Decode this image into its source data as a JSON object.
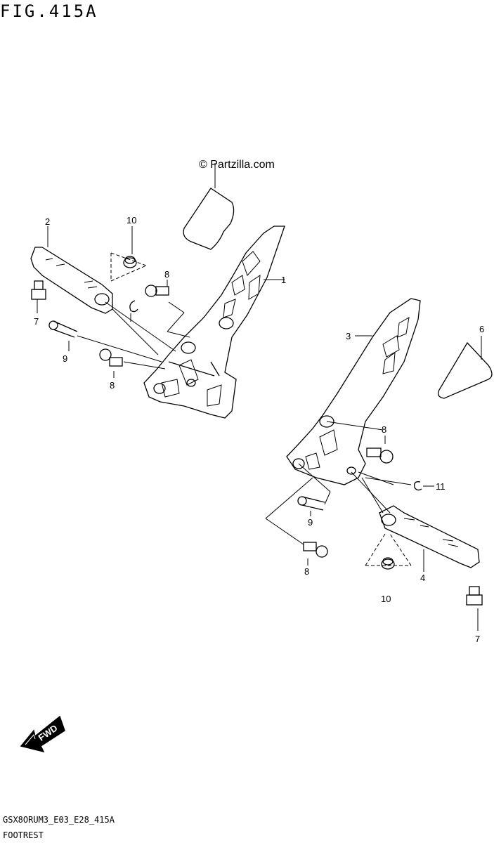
{
  "header": {
    "figure_label": "FIG.415A"
  },
  "watermark": {
    "text": "© Partzilla.com"
  },
  "callouts": {
    "c2": "2",
    "c10a": "10",
    "c8a": "8",
    "c7a": "7",
    "c9a": "9",
    "c8b": "8",
    "c1": "1",
    "c3": "3",
    "c6": "6",
    "c8c": "8",
    "c11": "11",
    "c9b": "9",
    "c8d": "8",
    "c4": "4",
    "c10b": "10",
    "c7b": "7"
  },
  "fwd_arrow": {
    "label": "FWD"
  },
  "footer": {
    "model_code": "GSX8ORUM3_E03_E28_415A",
    "section_name": "FOOTREST"
  }
}
